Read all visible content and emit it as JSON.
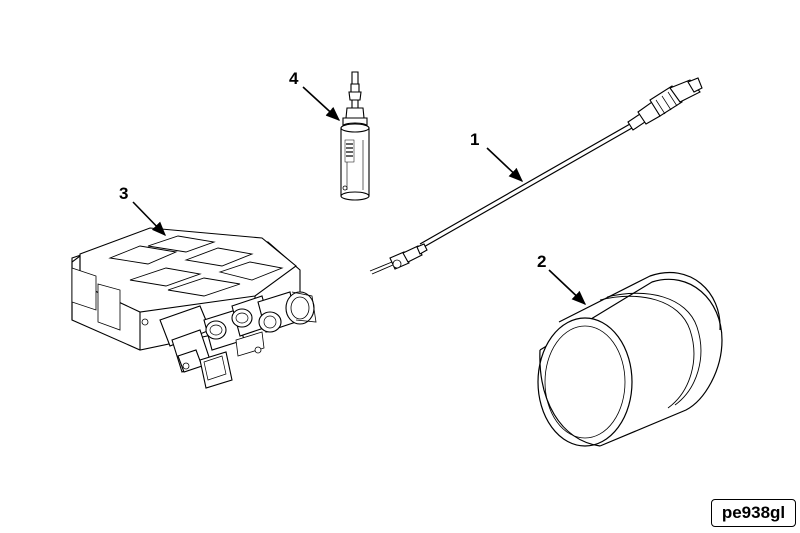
{
  "callouts": {
    "c1": "1",
    "c2": "2",
    "c3": "3",
    "c4": "4"
  },
  "reference_code": "pe938gl",
  "line_color": "#000000",
  "background": "#ffffff"
}
